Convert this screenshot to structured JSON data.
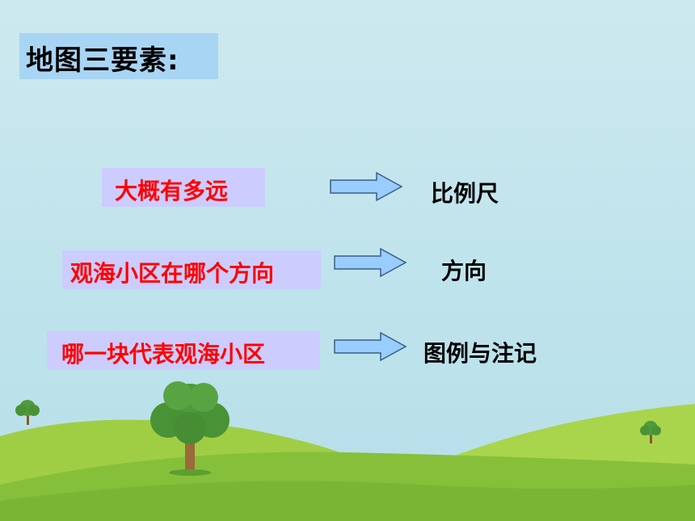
{
  "title": "地图三要素:",
  "rows": [
    {
      "question": "大概有多远",
      "answer": "比例尺"
    },
    {
      "question": "观海小区在哪个方向",
      "answer": "方向"
    },
    {
      "question": "哪一块代表观海小区",
      "answer": "图例与注记"
    }
  ],
  "colors": {
    "sky": "#bfe3ec",
    "title_box": "#a9d5f4",
    "question_box": "#ccccff",
    "question_text": "#ff0000",
    "arrow_fill": "#99ccff",
    "arrow_stroke": "#3a5f86",
    "grass_front": "#8ec63f",
    "grass_back": "#a3d34a"
  },
  "icons": [
    "arrow-right-icon",
    "tree-icon"
  ]
}
